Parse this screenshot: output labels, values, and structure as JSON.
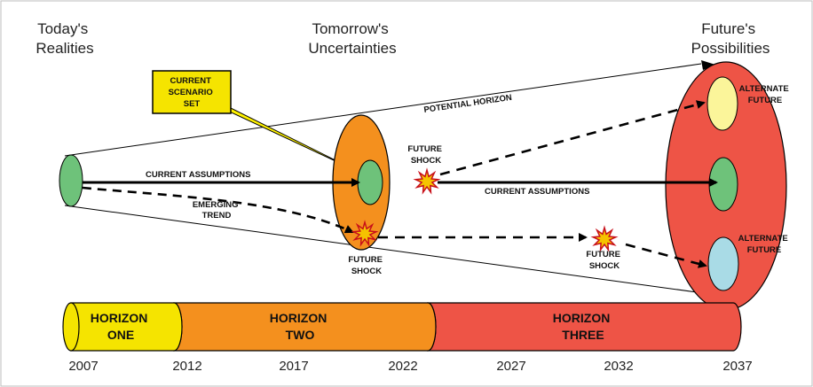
{
  "headings": {
    "today": [
      "Today's",
      "Realities"
    ],
    "tomorrow": [
      "Tomorrow's",
      "Uncertainties"
    ],
    "future": [
      "Future's",
      "Possibilities"
    ]
  },
  "callout": [
    "CURRENT",
    "SCENARIO",
    "SET"
  ],
  "labels": {
    "potential_horizon": "POTENTIAL HORIZON",
    "current_assumptions_left": "CURRENT ASSUMPTIONS",
    "current_assumptions_right": "CURRENT ASSUMPTIONS",
    "emerging_trend": [
      "EMERGING",
      "TREND"
    ],
    "future_shock_top": [
      "FUTURE",
      "SHOCK"
    ],
    "future_shock_bottom": [
      "FUTURE",
      "SHOCK"
    ],
    "future_shock_right": [
      "FUTURE",
      "SHOCK"
    ],
    "alternate_future_top": [
      "ALTERNATE",
      "FUTURE"
    ],
    "alternate_future_bottom": [
      "ALTERNATE",
      "FUTURE"
    ]
  },
  "horizons": [
    {
      "lines": [
        "HORIZON",
        "ONE"
      ],
      "color": "#f5e400"
    },
    {
      "lines": [
        "HORIZON",
        "TWO"
      ],
      "color": "#f4901e"
    },
    {
      "lines": [
        "HORIZON",
        "THREE"
      ],
      "color": "#ee5446"
    }
  ],
  "years": [
    "2007",
    "2012",
    "2017",
    "2022",
    "2027",
    "2032",
    "2037"
  ],
  "colors": {
    "green": "#6ec27a",
    "orange": "#f4901e",
    "red": "#ee5446",
    "pale_yellow": "#fbf59a",
    "light_blue": "#a9dbe6",
    "callout": "#f5e400",
    "burst": "#f5c400"
  }
}
